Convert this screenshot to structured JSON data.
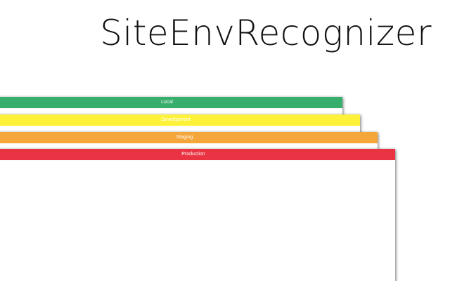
{
  "app": {
    "title": "SiteEnvRecognizer"
  },
  "environments": [
    {
      "label": "Local",
      "color": "#37ae6b"
    },
    {
      "label": "Development",
      "color": "#fdf237"
    },
    {
      "label": "Staging",
      "color": "#f4a63b"
    },
    {
      "label": "Production",
      "color": "#ea3443"
    }
  ]
}
